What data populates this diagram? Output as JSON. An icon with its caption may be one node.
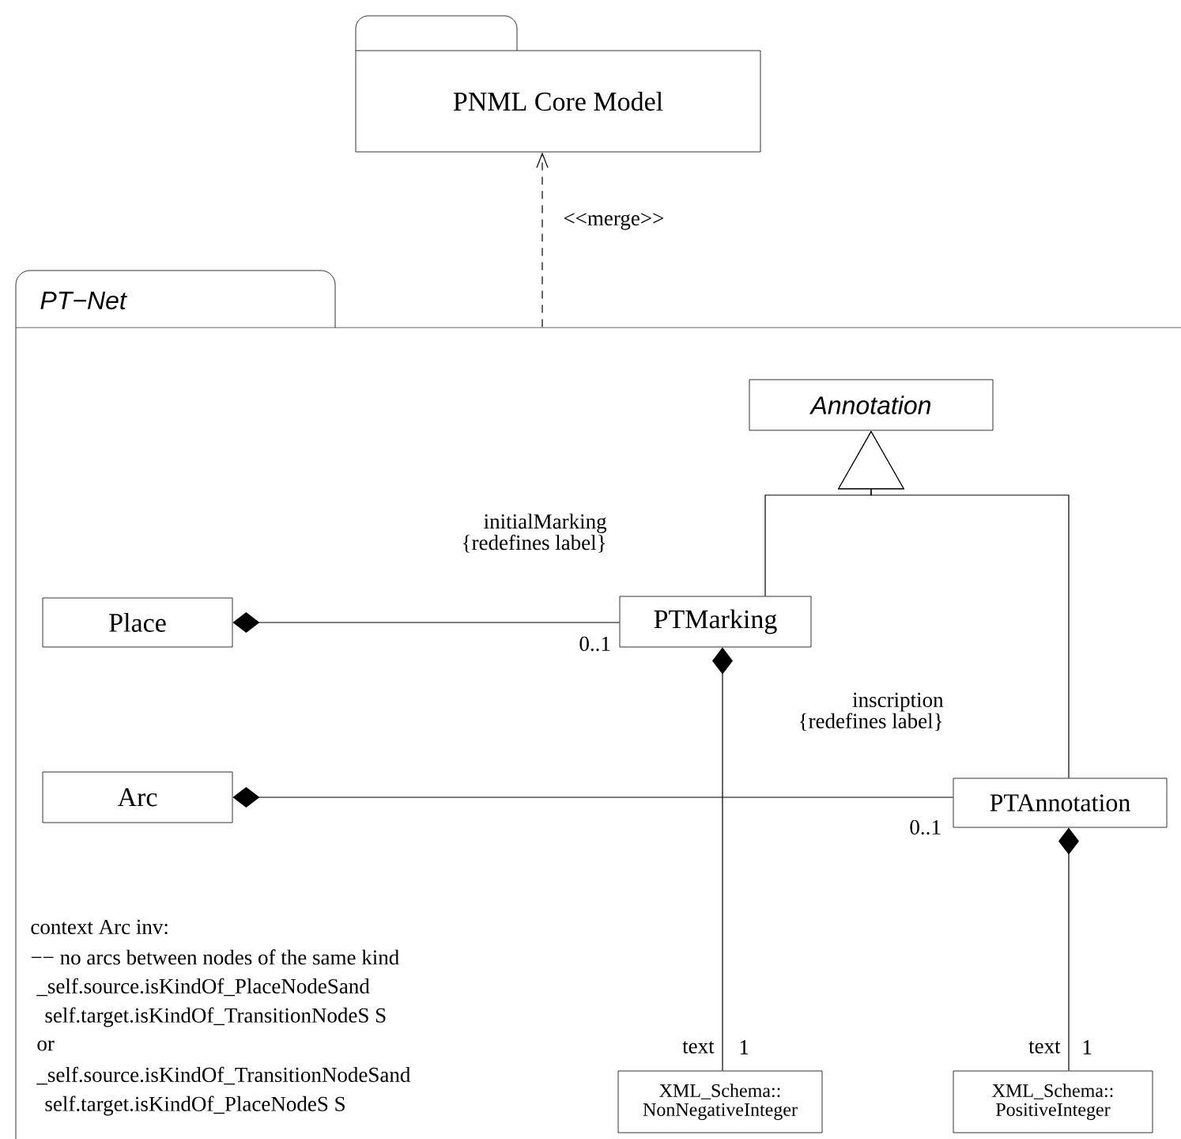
{
  "diagram": {
    "nodes": [
      {
        "text": [
          "PNML Core Model"
        ]
      },
      {
        "text": [
          "PT−Net"
        ]
      },
      {
        "text": [
          "Annotation"
        ],
        "in": 1
      },
      {
        "text": [
          "Place"
        ],
        "in": 1
      },
      {
        "text": [
          "PTMarking"
        ],
        "in": 1
      },
      {
        "text": [
          "Arc"
        ],
        "in": 1
      },
      {
        "text": [
          "PTAnnotation"
        ],
        "in": 1
      },
      {
        "text": [
          "XML_Schema:: NonNegativeInteger"
        ],
        "in": 1
      },
      {
        "text": [
          "XML_Schema:: PositiveInteger"
        ],
        "in": 1
      }
    ],
    "edges": [
      {
        "from": 1,
        "to": 0,
        "arrow": "to",
        "style": "dashed",
        "label": "<<merge>>"
      },
      {
        "from": 4,
        "to": 2,
        "arrow": "to"
      },
      {
        "from": 6,
        "to": 2,
        "arrow": "to"
      },
      {
        "from": 3,
        "to": 4,
        "arrow": "other",
        "label": "initialMarking {redefines label}"
      },
      {
        "from": 5,
        "to": 6,
        "arrow": "other",
        "label": "inscription {redefines label}"
      },
      {
        "from": 4,
        "to": 7,
        "arrow": "other",
        "label": "text"
      },
      {
        "from": 6,
        "to": 8,
        "arrow": "other",
        "label": "text"
      }
    ],
    "labels": [
      "0..1",
      "0..1",
      "1",
      "1",
      "context Arc inv:",
      "−− no arcs between nodes of the same kind",
      "_self.source.isKindOf_PlaceNodeSand",
      "self.target.isKindOf_TransitionNodeS S",
      "or",
      "_self.source.isKindOf_TransitionNodeSand",
      "self.target.isKindOf_PlaceNodeS   S"
    ]
  }
}
